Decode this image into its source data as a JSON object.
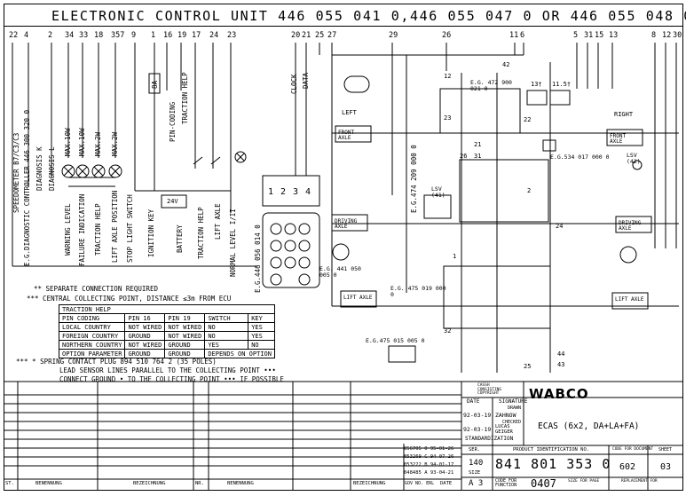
{
  "header": {
    "title": "ELECTRONIC CONTROL UNIT 446 055 041 0,446 055 047 0 OR 446 055 048 0"
  },
  "pins": [
    "22",
    "4",
    "2",
    "34",
    "33",
    "18",
    "357",
    "9",
    "1",
    "16",
    "19",
    "17",
    "24",
    "23",
    "20",
    "21",
    "25",
    "27",
    "29",
    "26",
    "11",
    "6",
    "5",
    "31",
    "15",
    "13",
    "8",
    "12",
    "30"
  ],
  "left_labels": {
    "speedometer": "SPEEDOMETER B7/C3/C3",
    "diagnostic": "E.G.DIAGNOSTIC CONTROLLER 446 300 320 0",
    "diag_k": "DIAGNOSIS K",
    "diag_l": "DIAGNOSIS L",
    "warning": "WARNING LEVEL",
    "failure": "FAILURE INDICATION",
    "traction": "TRACTION HELP",
    "lift": "LIFT AXLE POSITION",
    "stop": "STOP LIGHT SWITCH",
    "max1": "MAX.10W",
    "max2": "MAX.10W",
    "max3": "MAX.2W",
    "max4": "MAX.2W",
    "ignition": "IGNITION KEY",
    "battery": "BATTERY",
    "traction_help": "TRACTION HELP",
    "lift_axle": "LIFT AXLE",
    "normal": "NORMAL LEVEL I/II",
    "fuse": "8A",
    "pin_coding": "PIN-CODING",
    "traction_help2": "TRACTION HELP",
    "v24": "24V",
    "clock": "CLOCK",
    "data": "DATA",
    "remote": "E.G.446 056 014 0",
    "k1": "1",
    "k2": "2",
    "k3": "3",
    "k4": "4"
  },
  "pneumatic": {
    "left": "LEFT",
    "right": "RIGHT",
    "front_axle_l": "FRONT AXLE",
    "front_axle_r": "FRONT AXLE",
    "drive_axle_l": "DRIVING AXLE",
    "drive_axle_r": "DRIVING AXLE",
    "lift_axle_l": "LIFT AXLE",
    "lift_axle_r": "LIFT AXLE",
    "eg472": "E.G. 472 900 021 0",
    "eg534": "E.G.534 017 000 0",
    "eg474": "E.G.474 209 000 0",
    "eg441": "E.G. 441 050 005 0",
    "eg475a": "E.G. 475 019 000 0",
    "eg475b": "E.G.475 015 005 0",
    "lsv_l": "LSV (41)",
    "lsv_r": "LSV (42)",
    "v13": "13†",
    "v115": "11.5†",
    "n42": "42",
    "n12": "12",
    "n22": "22",
    "n23": "23",
    "n21": "21",
    "n26": "26",
    "n31": "31",
    "n32": "32",
    "n25": "25",
    "n44": "44",
    "n43": "43",
    "n24": "24",
    "n1": "1",
    "n2": "2"
  },
  "notes": {
    "n1": "** SEPARATE CONNECTION REQUIRED",
    "n2": "*** CENTRAL COLLECTING POINT, DISTANCE ≤3m FROM ECU",
    "n3": "*** * SPRING CONTACT PLUG 894 510 764 2 (35 POLES)",
    "n4": "LEAD SENSOR LINES PARALLEL TO THE COLLECTING POINT •••",
    "n5": "CONNECT GROUND • TO THE COLLECTING POINT ••• IF POSSIBLE"
  },
  "traction_table": {
    "title": "TRACTION HELP",
    "headers": [
      "PIN CODING",
      "PIN 16",
      "PIN 19",
      "SWITCH",
      "KEY"
    ],
    "rows": [
      [
        "LOCAL COUNTRY",
        "NOT WIRED",
        "NOT WIRED",
        "NO",
        "YES"
      ],
      [
        "FOREIGN COUNTRY",
        "GROUND",
        "NOT WIRED",
        "NO",
        "YES"
      ],
      [
        "NORTHERN COUNTRY",
        "NOT WIRED",
        "GROUND",
        "YES",
        "NO"
      ],
      [
        "OPTION PARAMETER",
        "GROUND",
        "GROUND",
        "DEPENDS ON OPTION",
        ""
      ]
    ]
  },
  "title_block": {
    "brand": "WABCO",
    "caption": "CASSH CONSISTING COPYRIGHT",
    "date_h": "DATE",
    "sig_h": "SIGNATURE",
    "drawn_h": "DRAWN",
    "drawn_date": "92-03-19",
    "drawn_name": "ZAHNOW",
    "checked_h": "CHECKED",
    "checked_date": "92-03-19",
    "checked_name": "LUCAS GEIGER",
    "std": "STANDARDIZATION",
    "desc": "ECAS (6x2, DA+LA+FA)",
    "ser_h": "SER.",
    "ser": "140",
    "size_h": "SIZE",
    "size": "A 3",
    "pid_h": "PRODUCT IDENTIFICATION NO.",
    "pid": "841 801 353 0",
    "code_h": "CODE FOR FUNCTION",
    "code": "0407",
    "doc_h": "CODE FOR DOCUMENT",
    "doc": "602",
    "sheet_h": "SHEET",
    "sheet": "03",
    "hist": [
      [
        "056705",
        "0",
        "95-01-26"
      ],
      [
        "053269",
        "C",
        "94-07-26"
      ],
      [
        "053222",
        "B",
        "94-01-17"
      ],
      [
        "048485",
        "A",
        "93-04-21"
      ]
    ],
    "bottom": [
      "ST.",
      "BENENNUNG",
      "BEZEICHNUNG",
      "NR.",
      "BENENNUNG",
      "BEZEICHNUNG",
      "GOV NO. ERL",
      "DATE"
    ],
    "siz_l": "SIZE FOR PAGE",
    "rep_l": "REPLACEMENT FOR"
  }
}
